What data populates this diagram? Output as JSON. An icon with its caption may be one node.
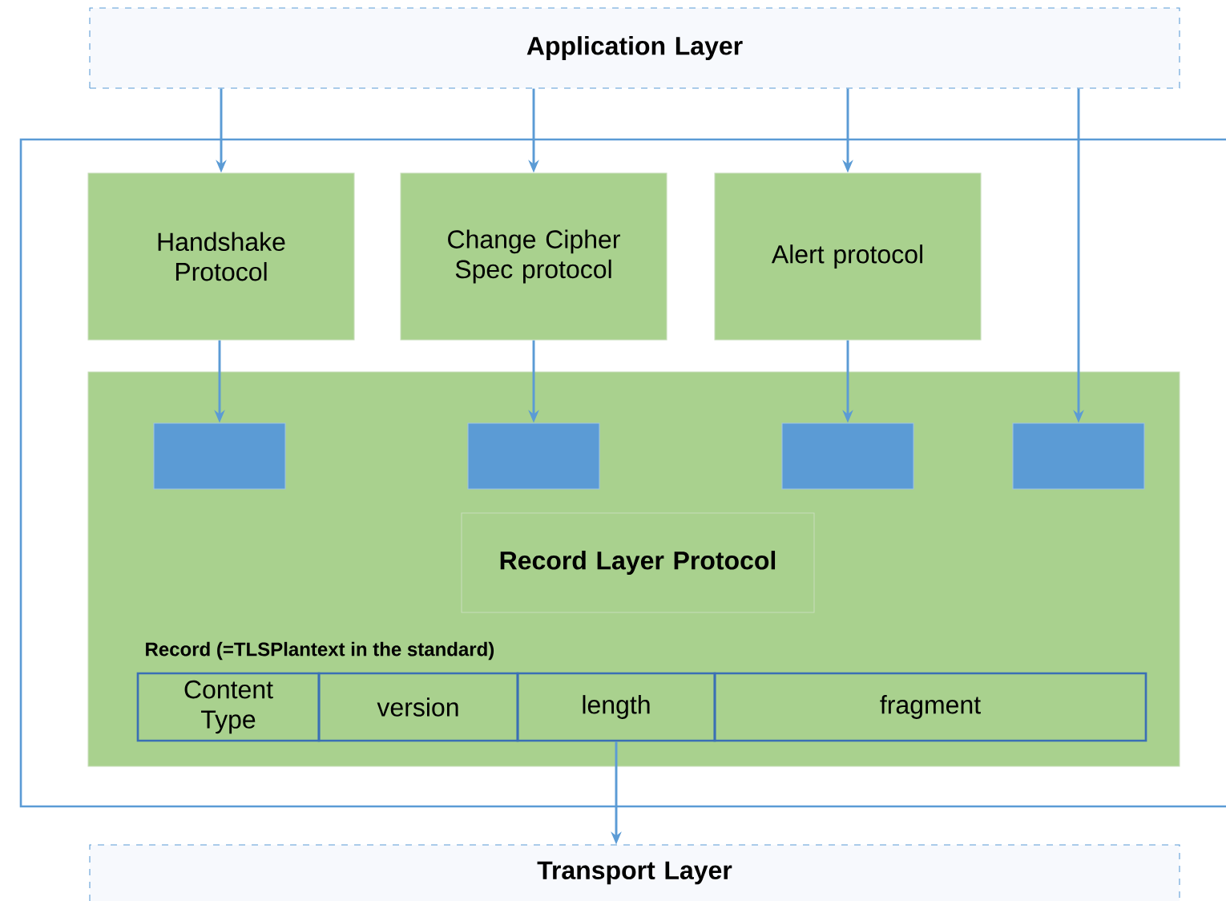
{
  "diagram": {
    "nodes": [
      {
        "text": [
          "Application Layer"
        ]
      },
      {
        "text": [],
        "shape": "box"
      },
      {
        "text": [
          "Handshake Protocol"
        ],
        "in": 1
      },
      {
        "text": [
          "Change Cipher Spec protocol"
        ],
        "in": 1
      },
      {
        "text": [
          "Alert protocol"
        ],
        "in": 1
      },
      {
        "text": [],
        "shape": "box",
        "in": 1
      },
      {
        "text": [],
        "shape": "box",
        "in": 5
      },
      {
        "text": [],
        "shape": "box",
        "in": 5
      },
      {
        "text": [],
        "shape": "box",
        "in": 5
      },
      {
        "text": [],
        "shape": "box",
        "in": 5
      },
      {
        "text": [
          "Record Layer Protocol"
        ],
        "in": 5
      },
      {
        "text": [
          "Content Type"
        ],
        "in": 5
      },
      {
        "text": [
          "version"
        ],
        "in": 5
      },
      {
        "text": [
          "length"
        ],
        "in": 5
      },
      {
        "text": [
          "fragment"
        ],
        "in": 5
      },
      {
        "text": [
          "Transport Layer"
        ]
      }
    ],
    "edges": [
      {
        "from": 0,
        "to": 2,
        "arrow": "to"
      },
      {
        "from": 0,
        "to": 3,
        "arrow": "to"
      },
      {
        "from": 0,
        "to": 4,
        "arrow": "to"
      },
      {
        "from": 0,
        "to": 9,
        "arrow": "to"
      },
      {
        "from": 2,
        "to": 6,
        "arrow": "to"
      },
      {
        "from": 3,
        "to": 7,
        "arrow": "to"
      },
      {
        "from": 4,
        "to": 8,
        "arrow": "to"
      },
      {
        "from": 13,
        "to": 15,
        "arrow": "to"
      }
    ],
    "labels": [
      "Record (=TLSPlantext in the standard)"
    ]
  }
}
